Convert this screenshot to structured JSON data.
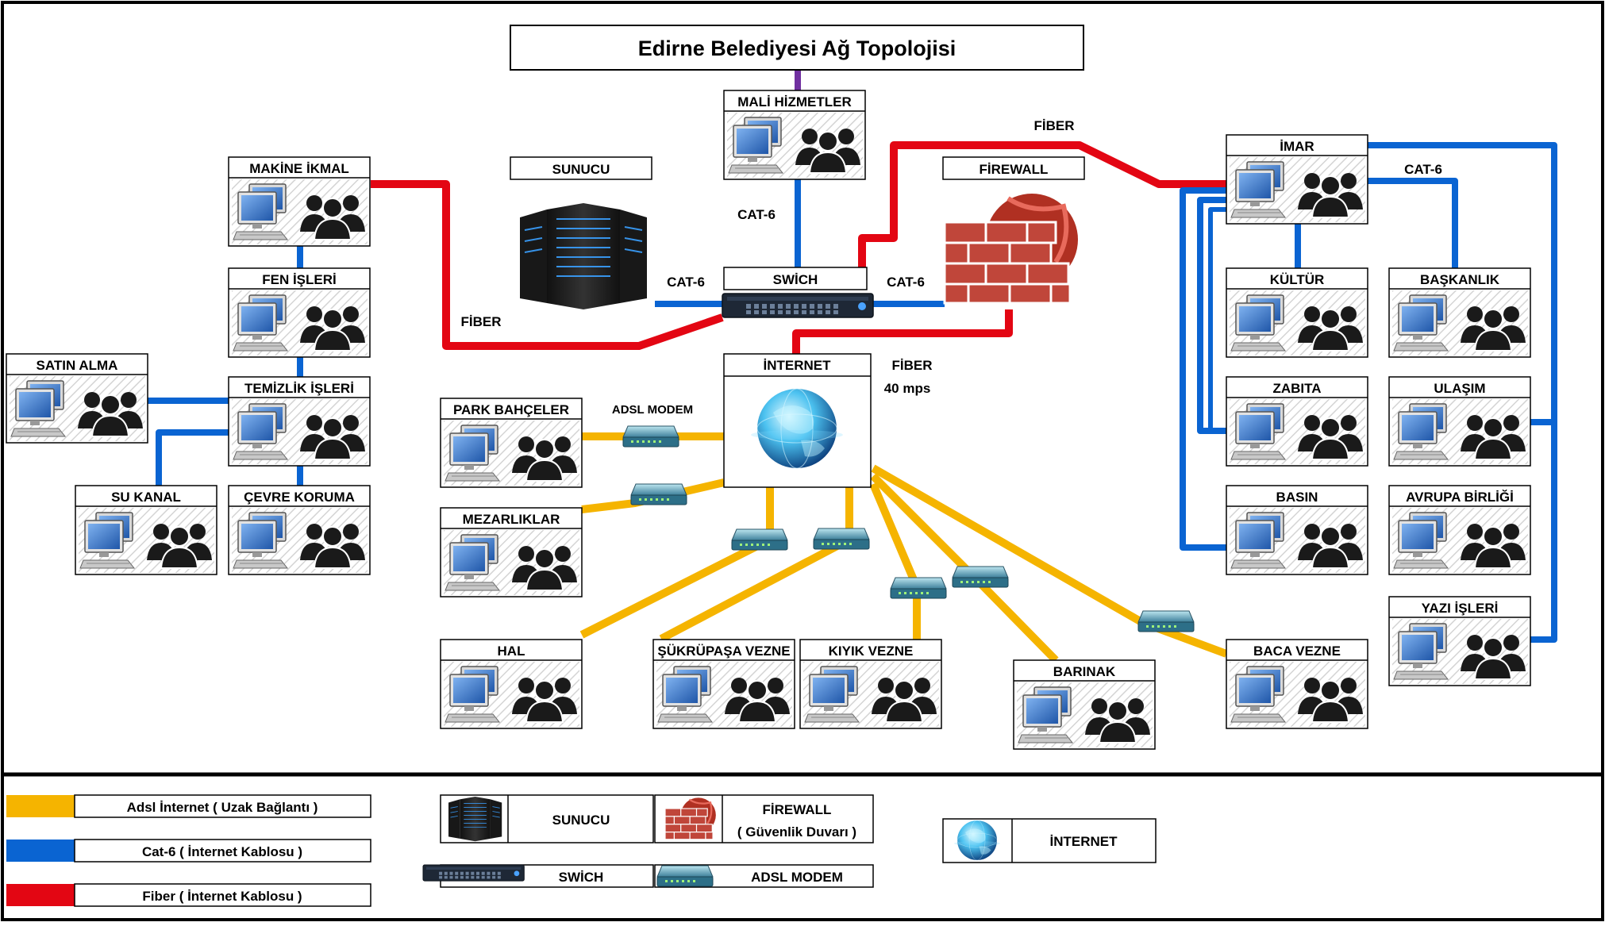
{
  "title": "Edirne Belediyesi  Ağ Topolojisi",
  "colors": {
    "fiber": "#e30613",
    "cat6": "#0a64d2",
    "adsl": "#f5b400",
    "title_link": "#7030a0",
    "border": "#000000",
    "monitor": "#3c78c8",
    "people": "#1a1a1a",
    "brick": "#c0392b"
  },
  "departments": {
    "mali_hizmetler": "MALİ HİZMETLER",
    "makine_ikmal": "MAKİNE İKMAL",
    "fen_isleri": "FEN İŞLERİ",
    "satin_alma": "SATIN ALMA",
    "temizlik_isleri": "TEMİZLİK İŞLERİ",
    "su_kanal": "SU KANAL",
    "cevre_koruma": "ÇEVRE KORUMA",
    "park_bahceler": "PARK BAHÇELER",
    "mezarliklar": "MEZARLIKLAR",
    "hal": "HAL",
    "sukrupasa_vezne": "ŞÜKRÜPAŞA VEZNE",
    "kiyik_vezne": "KIYIK VEZNE",
    "barinak": "BARINAK",
    "baca_vezne": "BACA VEZNE",
    "imar": "İMAR",
    "kultur": "KÜLTÜR",
    "baskanlik": "BAŞKANLIK",
    "zabita": "ZABITA",
    "ulasim": "ULAŞIM",
    "basin": "BASIN",
    "avrupa_birligi": "AVRUPA BİRLİĞİ",
    "yazi_isleri": "YAZI İŞLERİ"
  },
  "devices": {
    "sunucu": "SUNUCU",
    "firewall": "FİREWALL",
    "switch": "SWİCH",
    "internet": "İNTERNET",
    "adsl_modem": "ADSL MODEM"
  },
  "connection_labels": {
    "fiber_top": "FİBER",
    "fiber_left": "FİBER",
    "fiber_internet": "FİBER",
    "fiber_speed": "40 mps",
    "cat6_mali": "CAT-6",
    "cat6_sunucu": "CAT-6",
    "cat6_firewall": "CAT-6",
    "cat6_imar": "CAT-6"
  },
  "legend": {
    "adsl": "Adsl İnternet ( Uzak Bağlantı )",
    "cat6": "Cat-6 ( İnternet Kablosu )",
    "fiber": "Fiber ( İnternet Kablosu )",
    "sunucu": "SUNUCU",
    "firewall_line1": "FİREWALL",
    "firewall_line2": "( Güvenlik Duvarı )",
    "switch": "SWİCH",
    "adsl_modem": "ADSL MODEM",
    "internet": "İNTERNET"
  }
}
